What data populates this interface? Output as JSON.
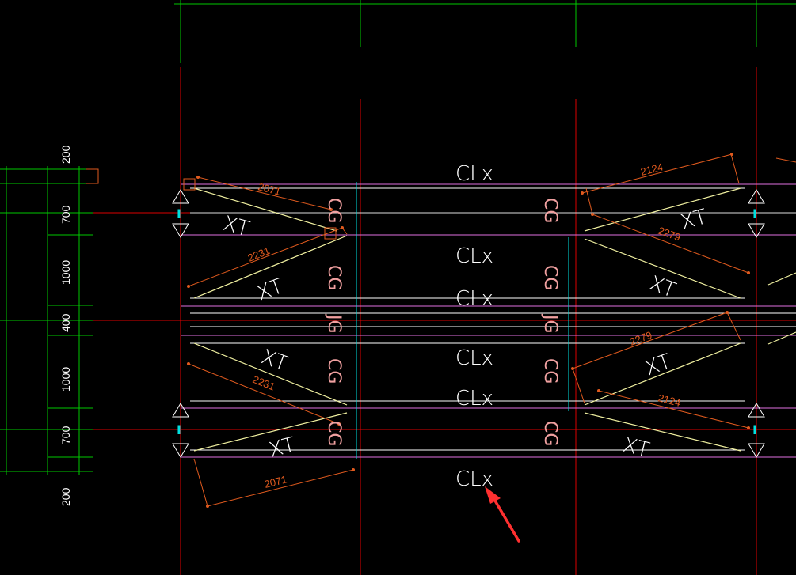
{
  "dimensions_left": [
    "200",
    "700",
    "1000",
    "400",
    "1000",
    "700",
    "200"
  ],
  "labels": {
    "beam": "CLx",
    "brace": "XT",
    "column_tag": "CG",
    "column_tag_alt": "JG",
    "support_mark": "I"
  },
  "brace_lengths": {
    "top_left_1": "2071",
    "top_left_2": "2231",
    "top_right_1": "2124",
    "top_right_2": "2279",
    "bottom_right_1": "2279",
    "bottom_right_2": "2124",
    "bottom_left_1": "2231",
    "bottom_left_2": "2071"
  },
  "colors": {
    "background": "#000000",
    "grid_green": "#00c800",
    "axis_red": "#dc0000",
    "beam_magenta": "#e070e0",
    "brace_yellow": "#f0f0a0",
    "dim_orange": "#e05a1e",
    "column_pink": "#f0a0a0",
    "cyan": "#00e0e0",
    "white": "#ffffff",
    "arrow_red": "#ff3030"
  }
}
